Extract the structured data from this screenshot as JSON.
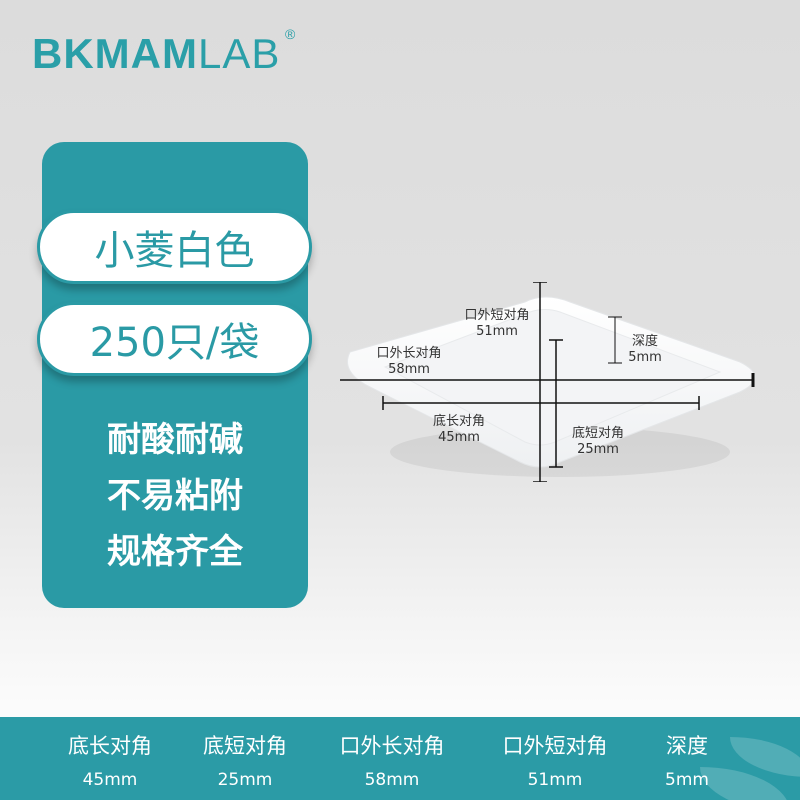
{
  "brand": {
    "bold": "BKMAM",
    "light": "LAB",
    "registered": "®"
  },
  "badges": [
    "小菱白色",
    "250只/袋"
  ],
  "features": [
    "耐酸耐碱",
    "不易粘附",
    "规格齐全"
  ],
  "diagram": {
    "outer_short": {
      "name": "口外短对角",
      "value": "51mm"
    },
    "outer_long": {
      "name": "口外长对角",
      "value": "58mm"
    },
    "depth": {
      "name": "深度",
      "value": "5mm"
    },
    "base_long": {
      "name": "底长对角",
      "value": "45mm"
    },
    "base_short": {
      "name": "底短对角",
      "value": "25mm"
    }
  },
  "specs": [
    {
      "name": "底长对角",
      "value": "45mm"
    },
    {
      "name": "底短对角",
      "value": "25mm"
    },
    {
      "name": "口外长对角",
      "value": "58mm"
    },
    {
      "name": "口外短对角",
      "value": "51mm"
    },
    {
      "name": "深度",
      "value": "5mm"
    }
  ],
  "colors": {
    "brand": "#2a9fa8",
    "panel": "#2a9aa5",
    "bar": "#2b9ba6"
  }
}
